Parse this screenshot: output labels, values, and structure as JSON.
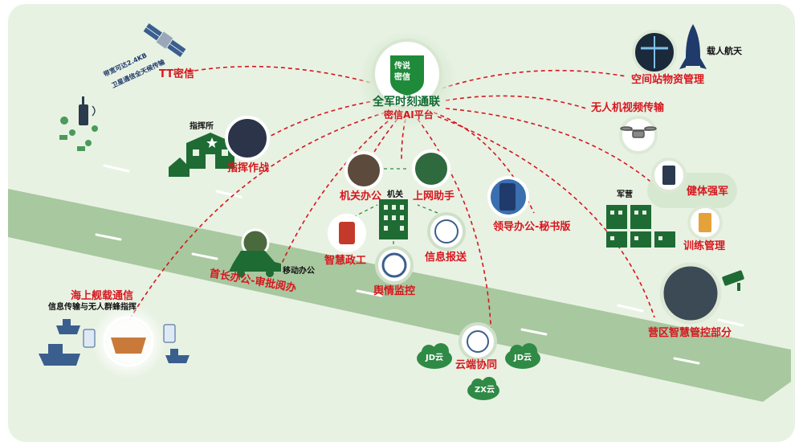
{
  "center": {
    "badge_line1": "传说",
    "badge_line2": "密信",
    "title": "全军时刻通联",
    "subtitle": "密信AI平台"
  },
  "nodes": {
    "tt": "TT密信",
    "sat_text1": "带宽可达2.4KB",
    "sat_text2": "卫星通信全天候传输",
    "command_post": "指挥所",
    "command_ops": "指挥作战",
    "agency": "机关",
    "agency_office": "机关办公",
    "online_assistant": "上网助手",
    "smart_politics": "智慧政工",
    "info_report": "信息报送",
    "public_opinion": "舆情监控",
    "leader_office": "领导办公-秘书版",
    "chief_office": "首长办公-审批阅办",
    "mobile_office": "移动办公",
    "maritime": "海上舰载通信",
    "maritime_sub": "信息传输与无人群蜂指挥",
    "cloud_collab": "云端协同",
    "jd1": "JD云",
    "jd2": "JD云",
    "zx": "ZX云",
    "crewed_space": "载人航天",
    "space_station": "空间站物资管理",
    "drone_video": "无人机视频传输",
    "barracks": "军营",
    "fitness": "健体强军",
    "training": "训练管理",
    "camp_control": "营区智慧管控部分"
  },
  "colors": {
    "background": "#e8f2e3",
    "road": "#a8c89f",
    "accent_red": "#d7161e",
    "dark_green": "#1f6b34",
    "ship_blue": "#3a5f8f"
  }
}
